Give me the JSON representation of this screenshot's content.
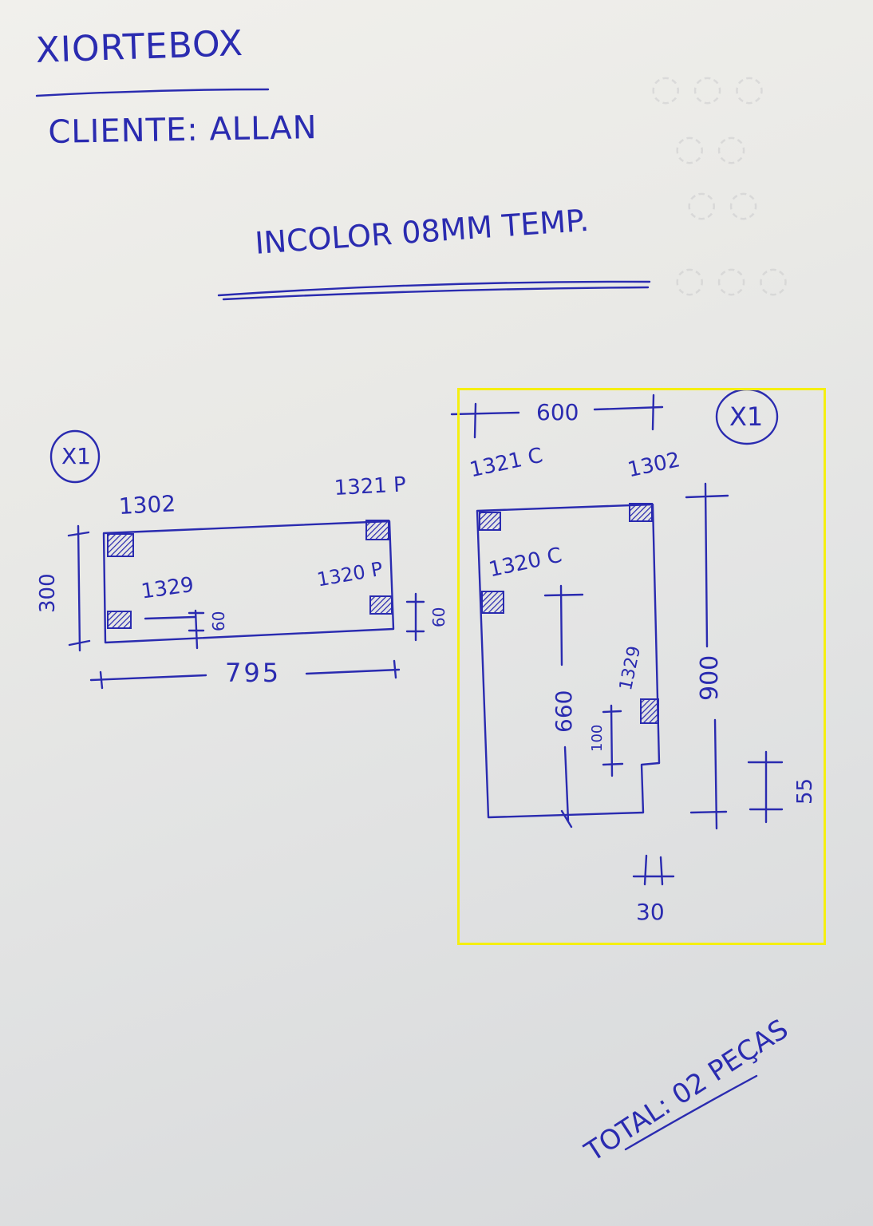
{
  "header": {
    "company": "XIORTEBOX",
    "client": "CLIENTE: ALLAN",
    "material": "INCOLOR 08MM TEMP."
  },
  "piece_left": {
    "quantity": "X1",
    "hardware_top_left": "1302",
    "hardware_top_right": "1321 P",
    "hardware_bottom_left": "1329",
    "hardware_bottom_right": "1320 P",
    "height": "300",
    "width": "795",
    "offset_left": "60",
    "offset_right": "60"
  },
  "piece_right": {
    "quantity": "X1",
    "width": "600",
    "hardware_top_left": "1321 C",
    "hardware_top_right": "1302",
    "hardware_mid_left": "1320 C",
    "hardware_right": "1329",
    "inner_height": "660",
    "total_height": "900",
    "hole_offset": "100",
    "notch_height": "55",
    "notch_width": "30"
  },
  "footer": {
    "total": "TOTAL: 02 PEÇAS"
  },
  "colors": {
    "ink": "#2a2bb0",
    "paper": "#ecebe8",
    "highlight": "#f5ef10"
  }
}
